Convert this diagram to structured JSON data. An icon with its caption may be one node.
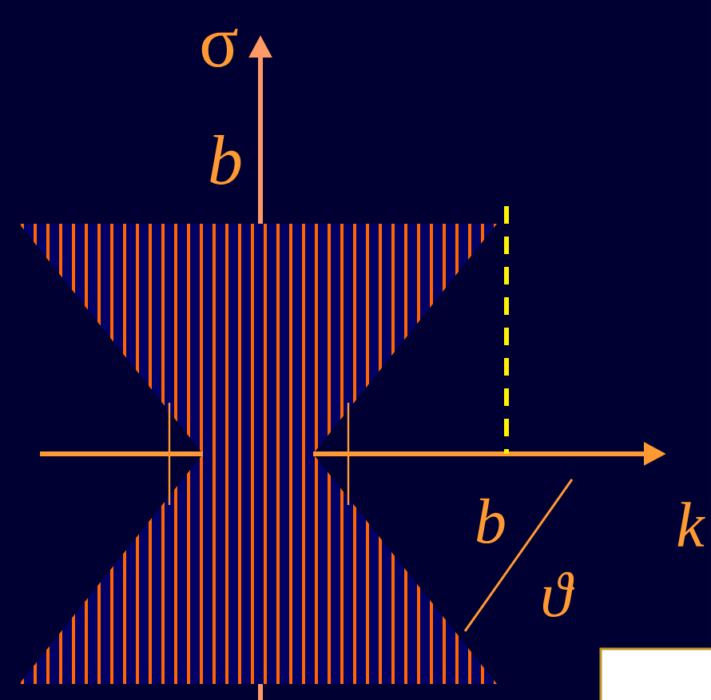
{
  "diagram": {
    "labels": [
      "σ",
      "b",
      "b",
      "ϑ",
      "k"
    ]
  }
}
